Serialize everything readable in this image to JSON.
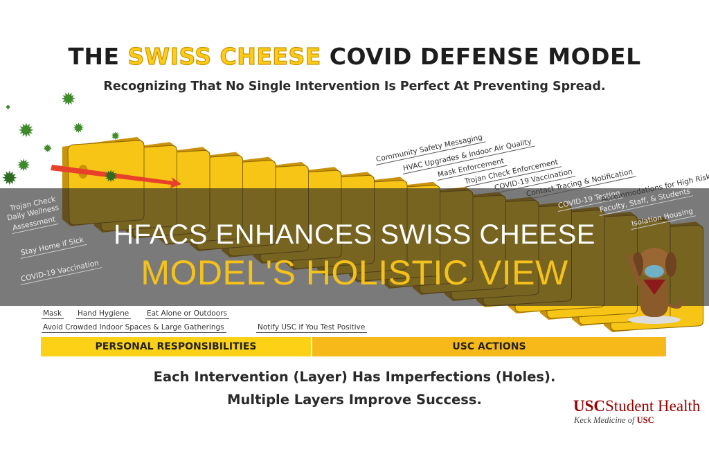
{
  "header": {
    "title_prefix": "THE ",
    "title_highlight": "SWISS CHEESE",
    "title_suffix": " COVID DEFENSE MODEL",
    "subtitle": "Recognizing That No Single Intervention Is Perfect At Preventing Spread."
  },
  "personal_labels": [
    "Trojan Check",
    "Daily Wellness",
    "Assessment",
    "Stay Home if Sick",
    "COVID-19 Vaccination",
    "Mask",
    "Hand Hygiene",
    "Avoid Crowded Indoor Spaces & Large Gatherings",
    "Eat Alone or Outdoors",
    "Notify USC if  You Test Positive"
  ],
  "usc_labels": [
    "Community Safety Messaging",
    "HVAC Upgrades & Indoor Air Quality",
    "Mask Enforcement",
    "Trojan Check Enforcement",
    "COVID-19 Vaccination",
    "Contact Tracing & Notification",
    "COVID-19 Testing",
    "Accommodations for High Risk",
    "Faculty, Staff, & Students",
    "Isolation Housing"
  ],
  "overlay": {
    "line1": "HFACS ENHANCES SWISS CHEESE",
    "line2": "MODEL'S HOLISTIC VIEW"
  },
  "bars": {
    "left": "PERSONAL RESPONSIBILITIES",
    "right": "USC ACTIONS"
  },
  "footer": {
    "line1": "Each Intervention (Layer) Has Imperfections (Holes).",
    "line2": "Multiple Layers Improve Success."
  },
  "logo": {
    "usc": "USC",
    "name": "Student Health",
    "sub_prefix": "Keck Medicine of ",
    "sub_usc": "USC"
  },
  "colors": {
    "cheese": "#f6c515",
    "cheese_edge": "#c8920c",
    "virus": "#3f8a2a",
    "arrow": "#e8402a",
    "bar_left": "#fcd116",
    "bar_right": "#f7b91a",
    "overlay_title_accent": "#f5c21b",
    "usc_red": "#990000"
  }
}
